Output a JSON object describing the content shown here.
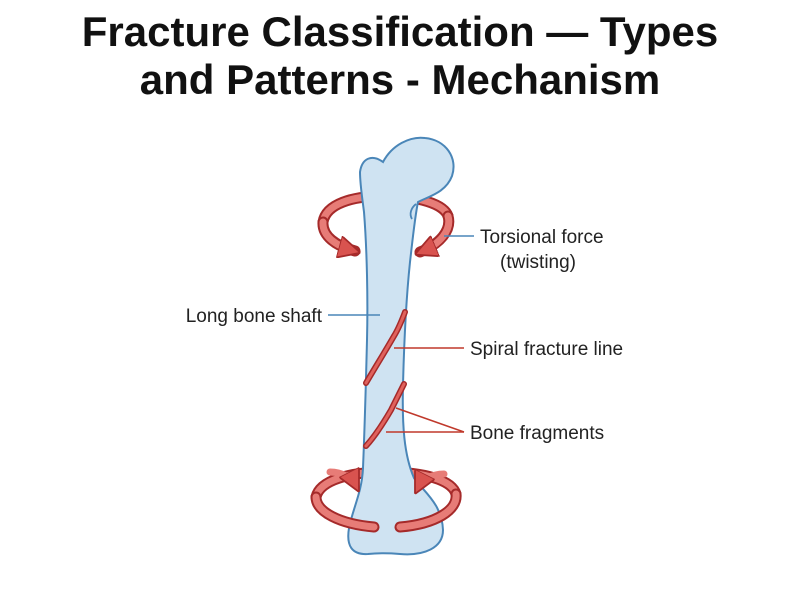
{
  "title": {
    "line1": "Fracture Classification — Types",
    "line2": "and Patterns - Mechanism"
  },
  "labels": {
    "torsional_line1": "Torsional force",
    "torsional_line2": "(twisting)",
    "long_bone_shaft": "Long bone shaft",
    "spiral_fracture_line": "Spiral fracture line",
    "bone_fragments": "Bone fragments"
  },
  "colors": {
    "bone_fill": "#cfe3f2",
    "bone_outline": "#4a86b8",
    "fracture_red": "#d9534f",
    "fracture_dark": "#a52a2a",
    "leader_blue": "#4a86b8",
    "leader_red": "#c0392b",
    "text": "#222222"
  },
  "icons": {
    "top_force": "rotation-arrow-icon",
    "bottom_force": "rotation-arrow-icon"
  }
}
